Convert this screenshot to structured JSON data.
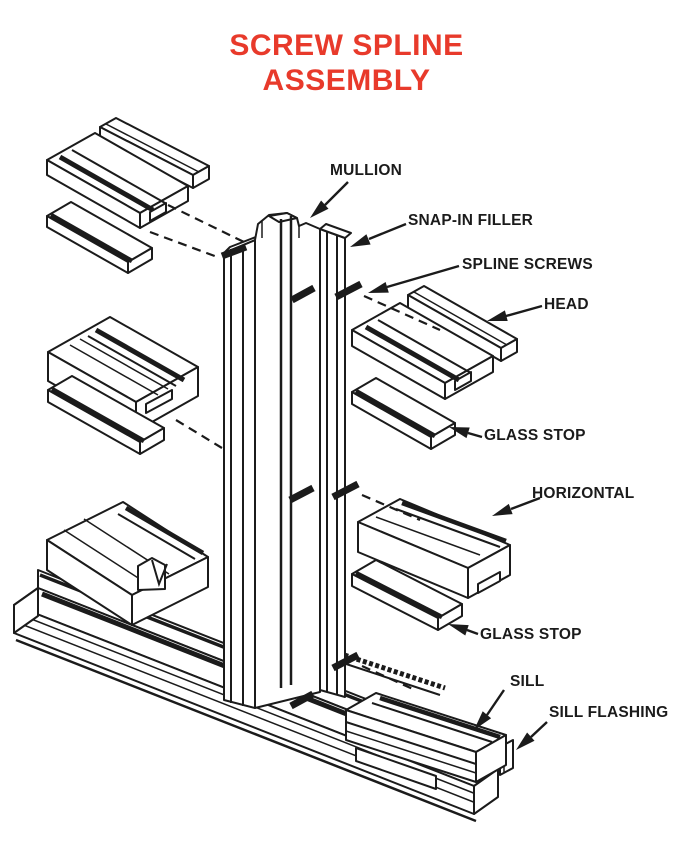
{
  "title": {
    "line1": "SCREW SPLINE",
    "line2": "ASSEMBLY"
  },
  "colors": {
    "accent": "#e83a2b",
    "line": "#1b1b1b",
    "background": "#ffffff"
  },
  "diagram_type": "isometric-exploded-assembly",
  "labels": [
    {
      "id": "mullion",
      "text": "MULLION"
    },
    {
      "id": "snap-in-filler",
      "text": "SNAP-IN FILLER"
    },
    {
      "id": "spline-screws",
      "text": "SPLINE SCREWS"
    },
    {
      "id": "head",
      "text": "HEAD"
    },
    {
      "id": "glass-stop-upper",
      "text": "GLASS STOP"
    },
    {
      "id": "horizontal",
      "text": "HORIZONTAL"
    },
    {
      "id": "glass-stop-lower",
      "text": "GLASS STOP"
    },
    {
      "id": "sill",
      "text": "SILL"
    },
    {
      "id": "sill-flashing",
      "text": "SILL FLASHING"
    }
  ]
}
